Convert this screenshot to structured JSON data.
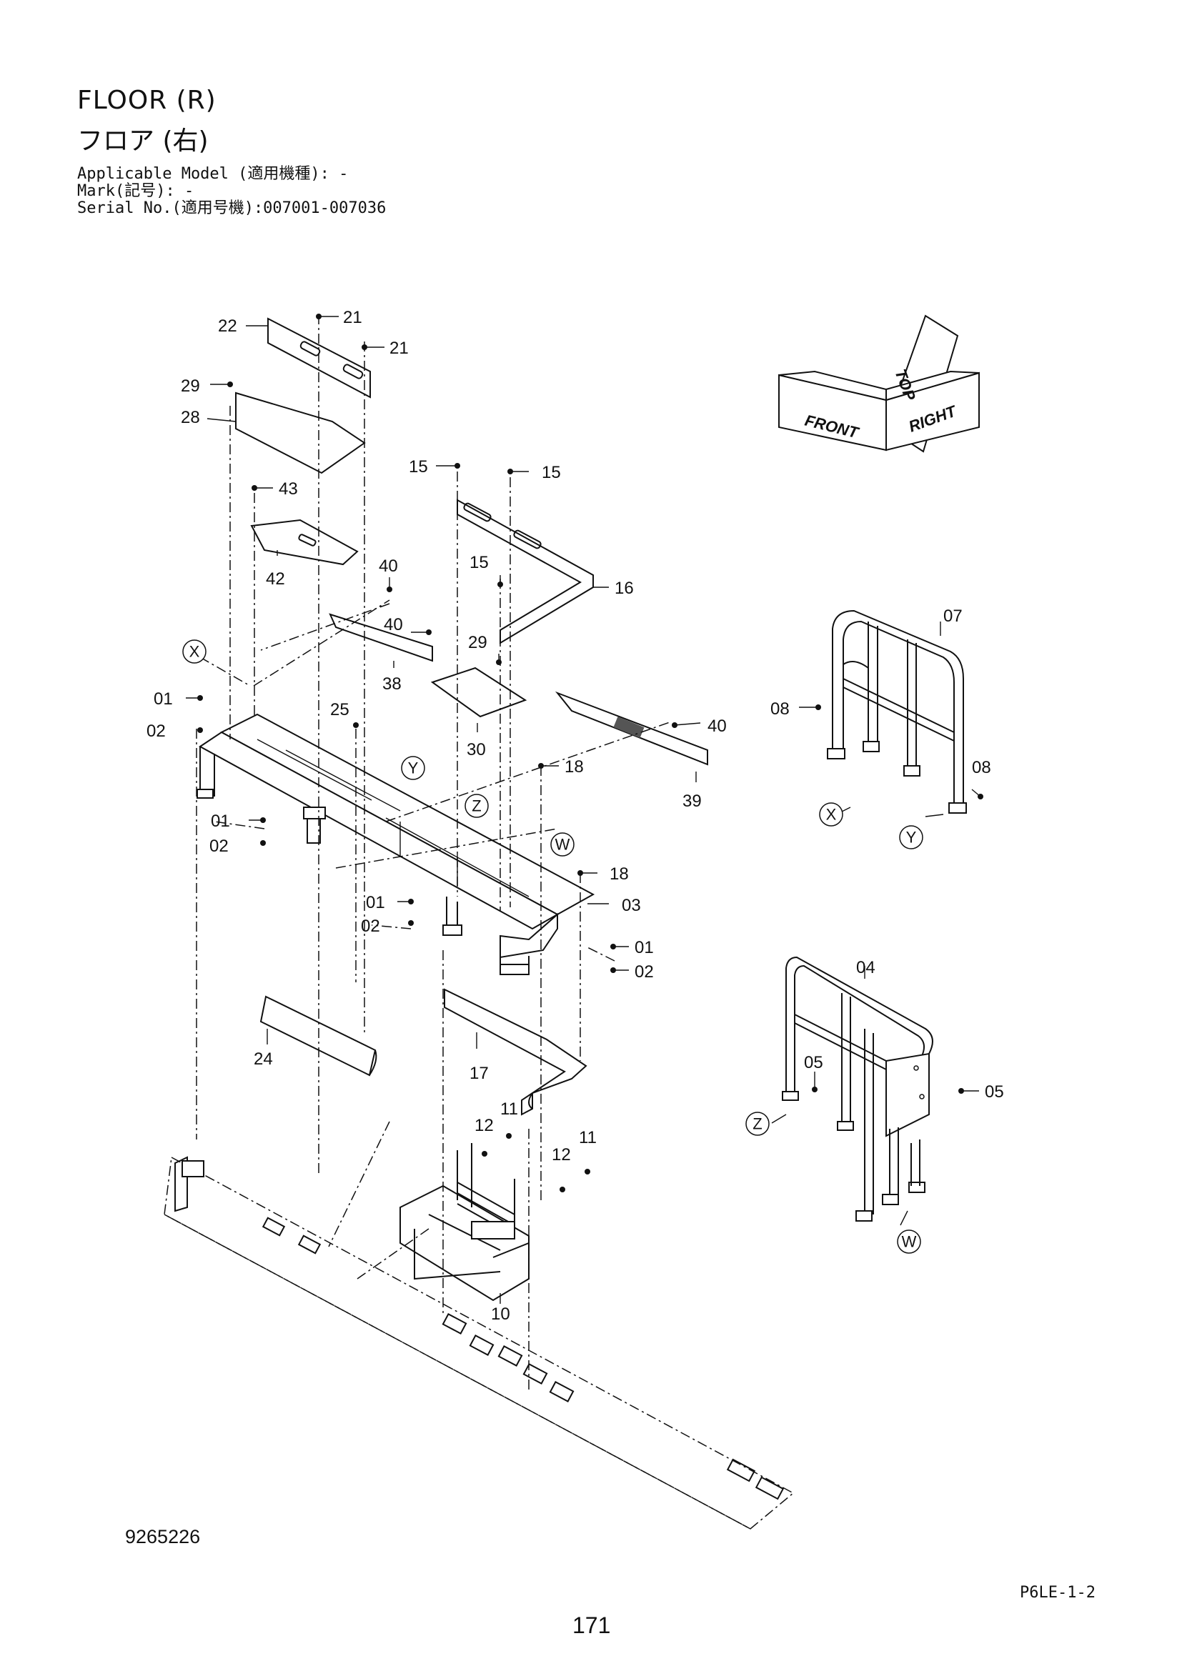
{
  "header": {
    "title_en": "FLOOR (R)",
    "title_ja": "フロア (右)",
    "applicable_model": "Applicable Model (適用機種): -",
    "mark": "Mark(記号): -",
    "serial_no": "Serial No.(適用号機):007001-007036"
  },
  "footer": {
    "doc_no": "9265226",
    "page_code": "P6LE-1-2",
    "page_number": "171"
  },
  "orientation_labels": {
    "front": "FRONT",
    "top": "TOP",
    "right": "RIGHT"
  },
  "callouts": {
    "c22": "22",
    "c21a": "21",
    "c21b": "21",
    "c29a": "29",
    "c28": "28",
    "c15a": "15",
    "c15b": "15",
    "c15c": "15",
    "c16": "16",
    "c43": "43",
    "c42": "42",
    "c40a": "40",
    "c40b": "40",
    "c40c": "40",
    "c38": "38",
    "c29b": "29",
    "c30": "30",
    "c39": "39",
    "c01a": "01",
    "c02a": "02",
    "c25": "25",
    "c01b": "01",
    "c02b": "02",
    "c18a": "18",
    "c18b": "18",
    "c03": "03",
    "c01c": "01",
    "c02c": "02",
    "c01d": "01",
    "c02d": "02",
    "c24": "24",
    "c17": "17",
    "c11a": "11",
    "c12a": "12",
    "c11b": "11",
    "c12b": "12",
    "c10": "10",
    "c07": "07",
    "c08a": "08",
    "c08b": "08",
    "c04": "04",
    "c05a": "05",
    "c05b": "05"
  },
  "reference_marks": {
    "x1": "X",
    "y1": "Y",
    "z1": "Z",
    "w1": "W",
    "x2": "X",
    "y2": "Y",
    "z2": "Z",
    "w2": "W"
  }
}
